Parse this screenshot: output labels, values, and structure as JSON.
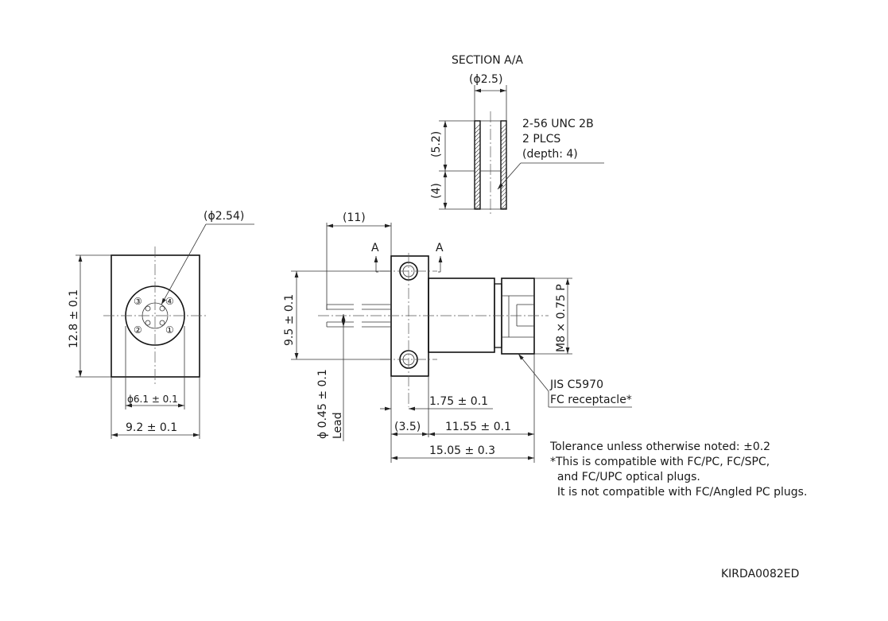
{
  "section": {
    "title": "SECTION A/A",
    "dia": "(ϕ2.5)",
    "dim_upper": "(5.2)",
    "dim_lower": "(4)",
    "note_lines": [
      "2-56 UNC 2B",
      "2 PLCS",
      "(depth: 4)"
    ]
  },
  "front": {
    "pin_circle_dia": "(ϕ2.54)",
    "height": "12.8 ± 0.1",
    "inner_dia": "ϕ6.1 ± 0.1",
    "width": "9.2 ± 0.1",
    "pins": [
      "③",
      "④",
      "②",
      "①"
    ]
  },
  "side": {
    "lead_length": "(11)",
    "section_marks": [
      "A",
      "A"
    ],
    "pin_pitch": "9.5 ± 0.1",
    "lead_dia": "ϕ 0.45 ± 0.1",
    "lead_label": "Lead",
    "thread": "M8 × 0.75 P",
    "flange_offset": "1.75 ± 0.1",
    "flange_width": "(3.5)",
    "body_length": "11.55 ± 0.1",
    "total_length": "15.05 ± 0.3",
    "receptacle_lines": [
      "JIS C5970",
      "FC receptacle*"
    ]
  },
  "notes": [
    "Tolerance unless otherwise noted: ±0.2",
    "*This is compatible with FC/PC, FC/SPC,",
    "  and FC/UPC optical plugs.",
    "  It is not compatible with FC/Angled PC plugs."
  ],
  "drawing_id": "KIRDA0082ED"
}
